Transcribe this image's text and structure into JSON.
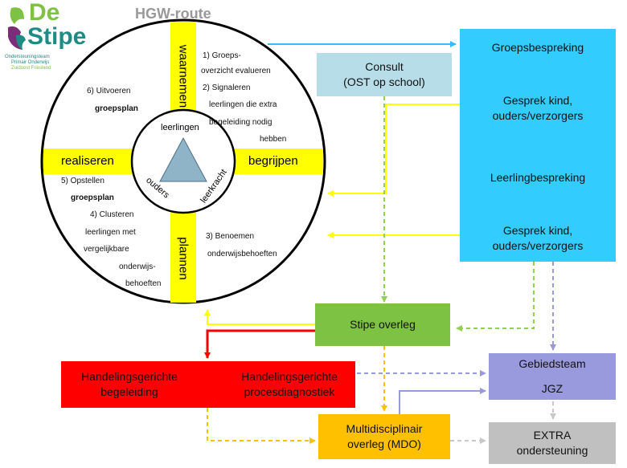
{
  "logo": {
    "line1": "De",
    "line2": "Stipe",
    "sub1": "Ondersteuningsteam",
    "sub2": "Primair Onderwijs",
    "sub3": "Zuidoost Friesland"
  },
  "title": "HGW-route",
  "wheel": {
    "phases": {
      "top": "waarnemen",
      "right": "begrijpen",
      "bottom": "plannen",
      "left": "realiseren"
    },
    "triangle": {
      "top": "leerlingen",
      "left": "ouders",
      "right": "leerkracht"
    },
    "steps": {
      "s1a": "1) Groeps-",
      "s1b": "overzicht evalueren",
      "s2a": "2) Signaleren",
      "s2b": "leerlingen die extra",
      "s2c": "begeleiding nodig",
      "s2d": "hebben",
      "s3a": "3) Benoemen",
      "s3b": "onderwijsbehoeften",
      "s4a": "4) Clusteren",
      "s4b": "leerlingen met",
      "s4c": "vergelijkbare",
      "s4d": "onderwijs-",
      "s4e": "behoeften",
      "s5a": "5) Opstellen",
      "s5b": "groepsplan",
      "s6a": "6) Uitvoeren",
      "s6b": "groepsplan"
    }
  },
  "consult": {
    "line1": "Consult",
    "line2": "(OST op school)"
  },
  "blue_panel": {
    "item1": "Groepsbespreking",
    "item2a": "Gesprek kind,",
    "item2b": "ouders/verzorgers",
    "item3": "Leerlingbespreking",
    "item4a": "Gesprek kind,",
    "item4b": "ouders/verzorgers"
  },
  "stipe_overleg": "Stipe overleg",
  "red_box": {
    "left1": "Handelingsgerichte",
    "left2": "begeleiding",
    "right1": "Handelingsgerichte",
    "right2": "procesdiagnostiek"
  },
  "gebiedsteam": {
    "line1": "Gebiedsteam",
    "line2": "JGZ"
  },
  "mdo": {
    "line1": "Multidisciplinair",
    "line2": "overleg (MDO)"
  },
  "extra": {
    "line1": "EXTRA",
    "line2": "ondersteuning"
  },
  "colors": {
    "logo_green": "#7dc242",
    "logo_teal": "#1e8c84",
    "logo_purple": "#7b2d7a",
    "yellow": "#ffff00",
    "blue_panel": "#33ccff",
    "consult": "#b7dee8",
    "green_box": "#7dc242",
    "red_box": "#ff0000",
    "gebiedsteam": "#9999dd",
    "mdo": "#ffc000",
    "extra": "#c0c0c0"
  }
}
